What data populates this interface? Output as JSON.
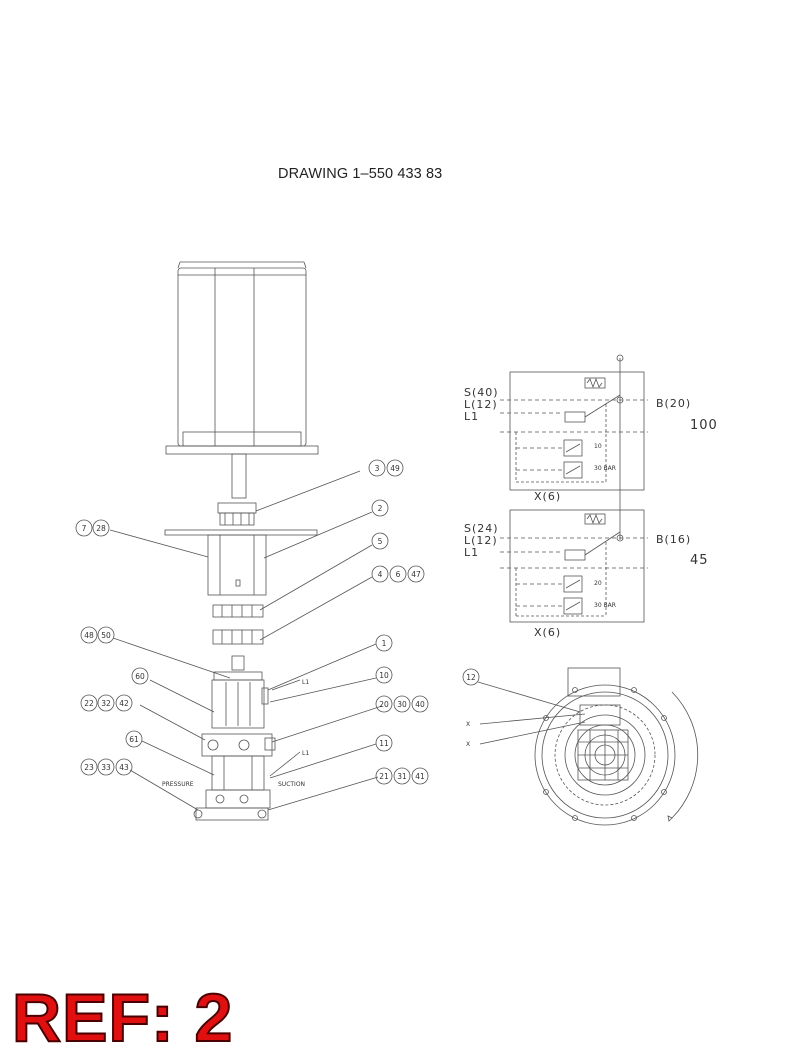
{
  "title": "DRAWING 1–550 433 83",
  "reference_stamp": "REF: 2",
  "callouts": [
    "3",
    "49",
    "2",
    "7",
    "28",
    "5",
    "4",
    "6",
    "47",
    "48",
    "50",
    "1",
    "60",
    "10",
    "22",
    "32",
    "42",
    "20",
    "30",
    "40",
    "61",
    "11",
    "23",
    "33",
    "43",
    "21",
    "31",
    "41",
    "12"
  ],
  "side_labels": {
    "l1_upper": "L1",
    "l1_lower": "L1",
    "pressure": "PRESSURE",
    "suction": "SUCTION"
  },
  "schematic_upper": {
    "s": "S(40)",
    "l": "L(12)",
    "l1": "L1",
    "b": "B(20)",
    "x": "X(6)",
    "value": "100",
    "setting_a": "10",
    "setting_b": "30 BAR"
  },
  "schematic_lower": {
    "s": "S(24)",
    "l": "L(12)",
    "l1": "L1",
    "b": "B(16)",
    "x": "X(6)",
    "value": "45",
    "setting_a": "20",
    "setting_b": "30 BAR"
  },
  "top_view": {
    "x_mark_1": "X",
    "x_mark_2": "X"
  }
}
